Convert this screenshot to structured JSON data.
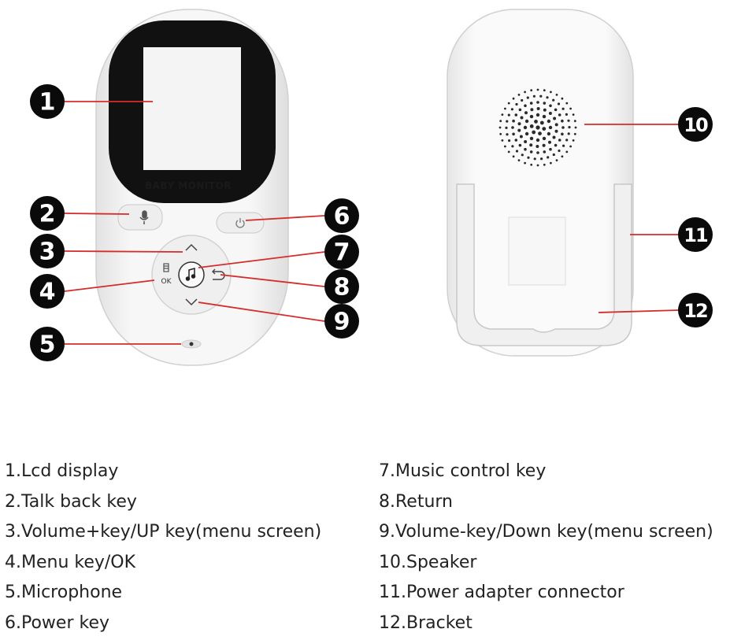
{
  "device": {
    "screen_label": "BABY MONITOR",
    "ok_label": "OK"
  },
  "callouts": [
    "1",
    "2",
    "3",
    "4",
    "5",
    "6",
    "7",
    "8",
    "9",
    "10",
    "11",
    "12"
  ],
  "legend": {
    "left": [
      "1.Lcd display",
      "2.Talk back key",
      "3.Volume+key/UP key(menu screen)",
      "4.Menu key/OK",
      "5.Microphone",
      "6.Power key"
    ],
    "right": [
      "7.Music control key",
      "8.Return",
      "9.Volume-key/Down key(menu screen)",
      "10.Speaker",
      "11.Power adapter connector",
      "12.Bracket"
    ]
  },
  "colors": {
    "leader_line": "#d62b2b",
    "callout_fill": "#0a0a0a",
    "device_body": "#f2f2f2",
    "screen": "#111111",
    "lcd_panel": "#f4f4f4"
  }
}
